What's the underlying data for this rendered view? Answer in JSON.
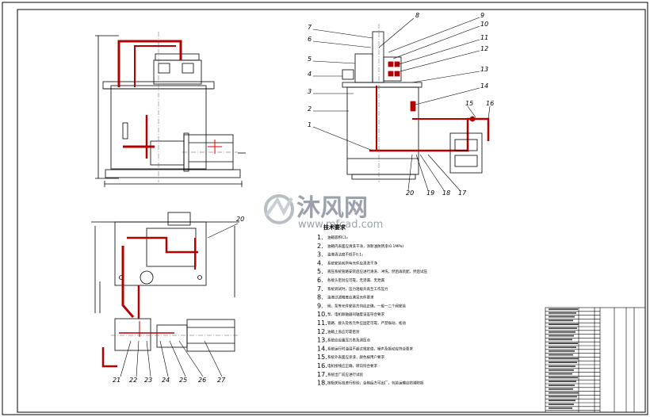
{
  "watermark": {
    "brand_cn": "沐风网",
    "url": "www.mfcad.com"
  },
  "callouts_right": [
    "7",
    "6",
    "5",
    "4",
    "3",
    "2",
    "1",
    "8",
    "9",
    "10",
    "11",
    "12",
    "13",
    "14",
    "15",
    "16",
    "17",
    "18",
    "19",
    "20"
  ],
  "callouts_bottom": [
    "20",
    "21",
    "22",
    "23",
    "24",
    "25",
    "26",
    "27"
  ],
  "tech_requirements": {
    "title": "技术要求",
    "items": [
      {
        "num": "1.",
        "text": "油箱容积C1₂"
      },
      {
        "num": "2.",
        "text": "油箱内表面应清洗干净，涂耐油防锈漆(0.1MPa)"
      },
      {
        "num": "3.",
        "text": "油液清洁度不低于0.1₂"
      },
      {
        "num": "4.",
        "text": "系统安装前所有元件应清洗干净"
      },
      {
        "num": "5.",
        "text": "液压系统管路安装后应进行清洗、冲洗，然后再装配，然后试压"
      },
      {
        "num": "6.",
        "text": "各接头密封应可靠，无渗漏、无泄漏"
      },
      {
        "num": "7.",
        "text": "系统调试时，压力逐级升高至工作压力"
      },
      {
        "num": "8.",
        "text": "油液过滤精度应满足元件要求"
      },
      {
        "num": "9.",
        "text": "阀、泵等元件安装方向应正确，一般一二个阀安装"
      },
      {
        "num": "10.",
        "text": "泵、电机联轴器同轴度误差符合要求"
      },
      {
        "num": "11.",
        "text": "管路、接头及各元件应固定可靠，严禁振动、松动"
      },
      {
        "num": "12.",
        "text": "油箱上盖应可靠密封"
      },
      {
        "num": "13.",
        "text": "系统应设置压力表及测压点"
      },
      {
        "num": "14.",
        "text": "系统运行时油温不超过规定值，噪声及振动应符合要求"
      },
      {
        "num": "15.",
        "text": "系统外表面应涂漆，颜色按用户要求"
      },
      {
        "num": "16.",
        "text": "电机接线应正确，转向符合要求"
      },
      {
        "num": "17.",
        "text": "系统出厂前应进行试验"
      },
      {
        "num": "18.",
        "text": "按相关标准进行检验，合格后方可出厂，包装运输应防潮防振"
      }
    ]
  }
}
